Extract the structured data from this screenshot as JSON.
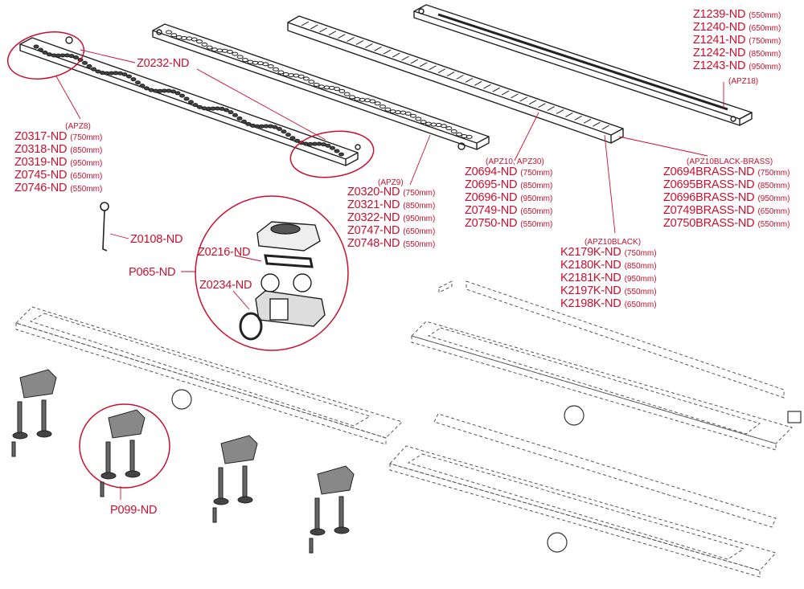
{
  "colors": {
    "label": "#c8102e",
    "drawing": "#222222",
    "dashed": "#555555"
  },
  "grates": {
    "apz18": {
      "group": "(APZ18)",
      "items": [
        {
          "code": "Z1239-ND",
          "size": "(550mm)"
        },
        {
          "code": "Z1240-ND",
          "size": "(650mm)"
        },
        {
          "code": "Z1241-ND",
          "size": "(750mm)"
        },
        {
          "code": "Z1242-ND",
          "size": "(850mm)"
        },
        {
          "code": "Z1243-ND",
          "size": "(950mm)"
        }
      ]
    },
    "apz8": {
      "part": "Z0232-ND",
      "group": "(APZ8)",
      "items": [
        {
          "code": "Z0317-ND",
          "size": "(750mm)"
        },
        {
          "code": "Z0318-ND",
          "size": "(850mm)"
        },
        {
          "code": "Z0319-ND",
          "size": "(950mm)"
        },
        {
          "code": "Z0745-ND",
          "size": "(650mm)"
        },
        {
          "code": "Z0746-ND",
          "size": "(550mm)"
        }
      ]
    },
    "apz9": {
      "group": "(APZ9)",
      "items": [
        {
          "code": "Z0320-ND",
          "size": "(750mm)"
        },
        {
          "code": "Z0321-ND",
          "size": "(850mm)"
        },
        {
          "code": "Z0322-ND",
          "size": "(950mm)"
        },
        {
          "code": "Z0747-ND",
          "size": "(650mm)"
        },
        {
          "code": "Z0748-ND",
          "size": "(550mm)"
        }
      ]
    },
    "apz10": {
      "group": "(APZ10, APZ30)",
      "items": [
        {
          "code": "Z0694-ND",
          "size": "(750mm)"
        },
        {
          "code": "Z0695-ND",
          "size": "(850mm)"
        },
        {
          "code": "Z0696-ND",
          "size": "(950mm)"
        },
        {
          "code": "Z0749-ND",
          "size": "(650mm)"
        },
        {
          "code": "Z0750-ND",
          "size": "(550mm)"
        }
      ]
    },
    "apz10brass": {
      "group": "(APZ10BLACK-BRASS)",
      "items": [
        {
          "code": "Z0694BRASS-ND",
          "size": "(750mm)"
        },
        {
          "code": "Z0695BRASS-ND",
          "size": "(850mm)"
        },
        {
          "code": "Z0696BRASS-ND",
          "size": "(950mm)"
        },
        {
          "code": "Z0749BRASS-ND",
          "size": "(650mm)"
        },
        {
          "code": "Z0750BRASS-ND",
          "size": "(550mm)"
        }
      ]
    },
    "apz10black": {
      "group": "(APZ10BLACK)",
      "items": [
        {
          "code": "K2179K-ND",
          "size": "(750mm)"
        },
        {
          "code": "K2180K-ND",
          "size": "(850mm)"
        },
        {
          "code": "K2181K-ND",
          "size": "(950mm)"
        },
        {
          "code": "K2197K-ND",
          "size": "(550mm)"
        },
        {
          "code": "K2198K-ND",
          "size": "(650mm)"
        }
      ]
    }
  },
  "parts": {
    "hook": "Z0108-ND",
    "siphon_set": "P065-ND",
    "gasket": "Z0216-ND",
    "ring": "Z0234-ND",
    "feet": "P099-ND"
  }
}
